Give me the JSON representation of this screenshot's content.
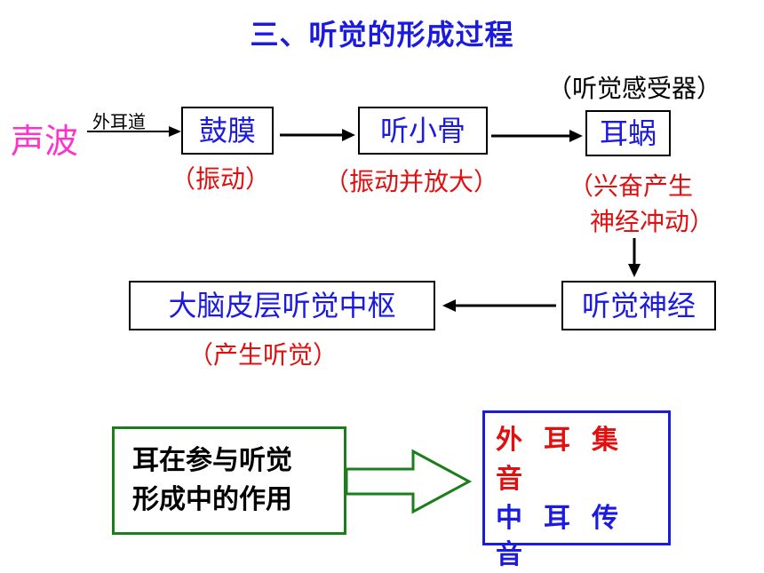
{
  "title": "三、听觉的形成过程",
  "sound_wave": "声波",
  "ear_canal": "外耳道",
  "receptor_note": "（听觉感受器）",
  "boxes": {
    "eardrum": "鼓膜",
    "ossicles": "听小骨",
    "cochlea": "耳蜗",
    "nerve": "听觉神经",
    "cortex": "大脑皮层听觉中枢"
  },
  "notes": {
    "eardrum": "（振动）",
    "ossicles": "（振动并放大）",
    "cochlea_1": "（兴奋产生",
    "cochlea_2": "神经冲动）",
    "cortex": "（产生听觉）"
  },
  "role_box": {
    "line1": "耳在参与听觉",
    "line2": "形成中的作用"
  },
  "roles": {
    "outer": {
      "c1": "外",
      "c2": "耳",
      "c3": "集",
      "c4": "音"
    },
    "middle": {
      "c1": "中",
      "c2": "耳",
      "c3": "传",
      "c4": "音"
    }
  },
  "colors": {
    "blue": "#1a1ae0",
    "red": "#e01010",
    "magenta": "#ff33cc",
    "green": "#1c7d1c"
  }
}
